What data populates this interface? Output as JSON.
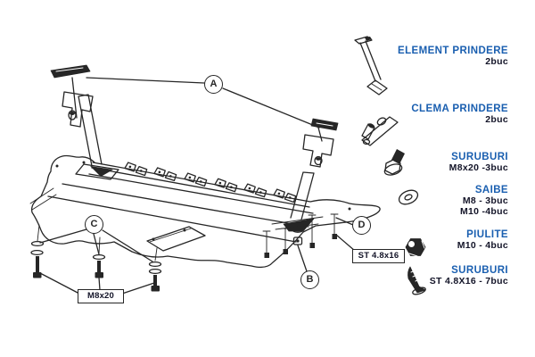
{
  "colors": {
    "heading": "#1a5fb0",
    "text": "#131428",
    "line": "#262626",
    "background": "#ffffff"
  },
  "callouts": {
    "a": "A",
    "b": "B",
    "c": "C",
    "d": "D"
  },
  "diagram_labels": {
    "m8x20_box": "M8x20",
    "st_box": "ST 4.8x16"
  },
  "parts_list": [
    {
      "id": "element-prindere",
      "name": "ELEMENT PRINDERE",
      "qty_lines": [
        "2buc"
      ]
    },
    {
      "id": "clema-prindere",
      "name": "CLEMA PRINDERE",
      "qty_lines": [
        "2buc"
      ]
    },
    {
      "id": "suruburi-m8",
      "name": "SURUBURI",
      "qty_lines": [
        "M8x20 -3buc"
      ]
    },
    {
      "id": "saibe",
      "name": "SAIBE",
      "qty_lines": [
        "M8 - 3buc",
        "M10 -4buc"
      ]
    },
    {
      "id": "piulite",
      "name": "PIULITE",
      "qty_lines": [
        "M10 - 4buc"
      ]
    },
    {
      "id": "suruburi-st",
      "name": "SURUBURI",
      "qty_lines": [
        "ST 4.8X16 - 7buc"
      ]
    }
  ]
}
